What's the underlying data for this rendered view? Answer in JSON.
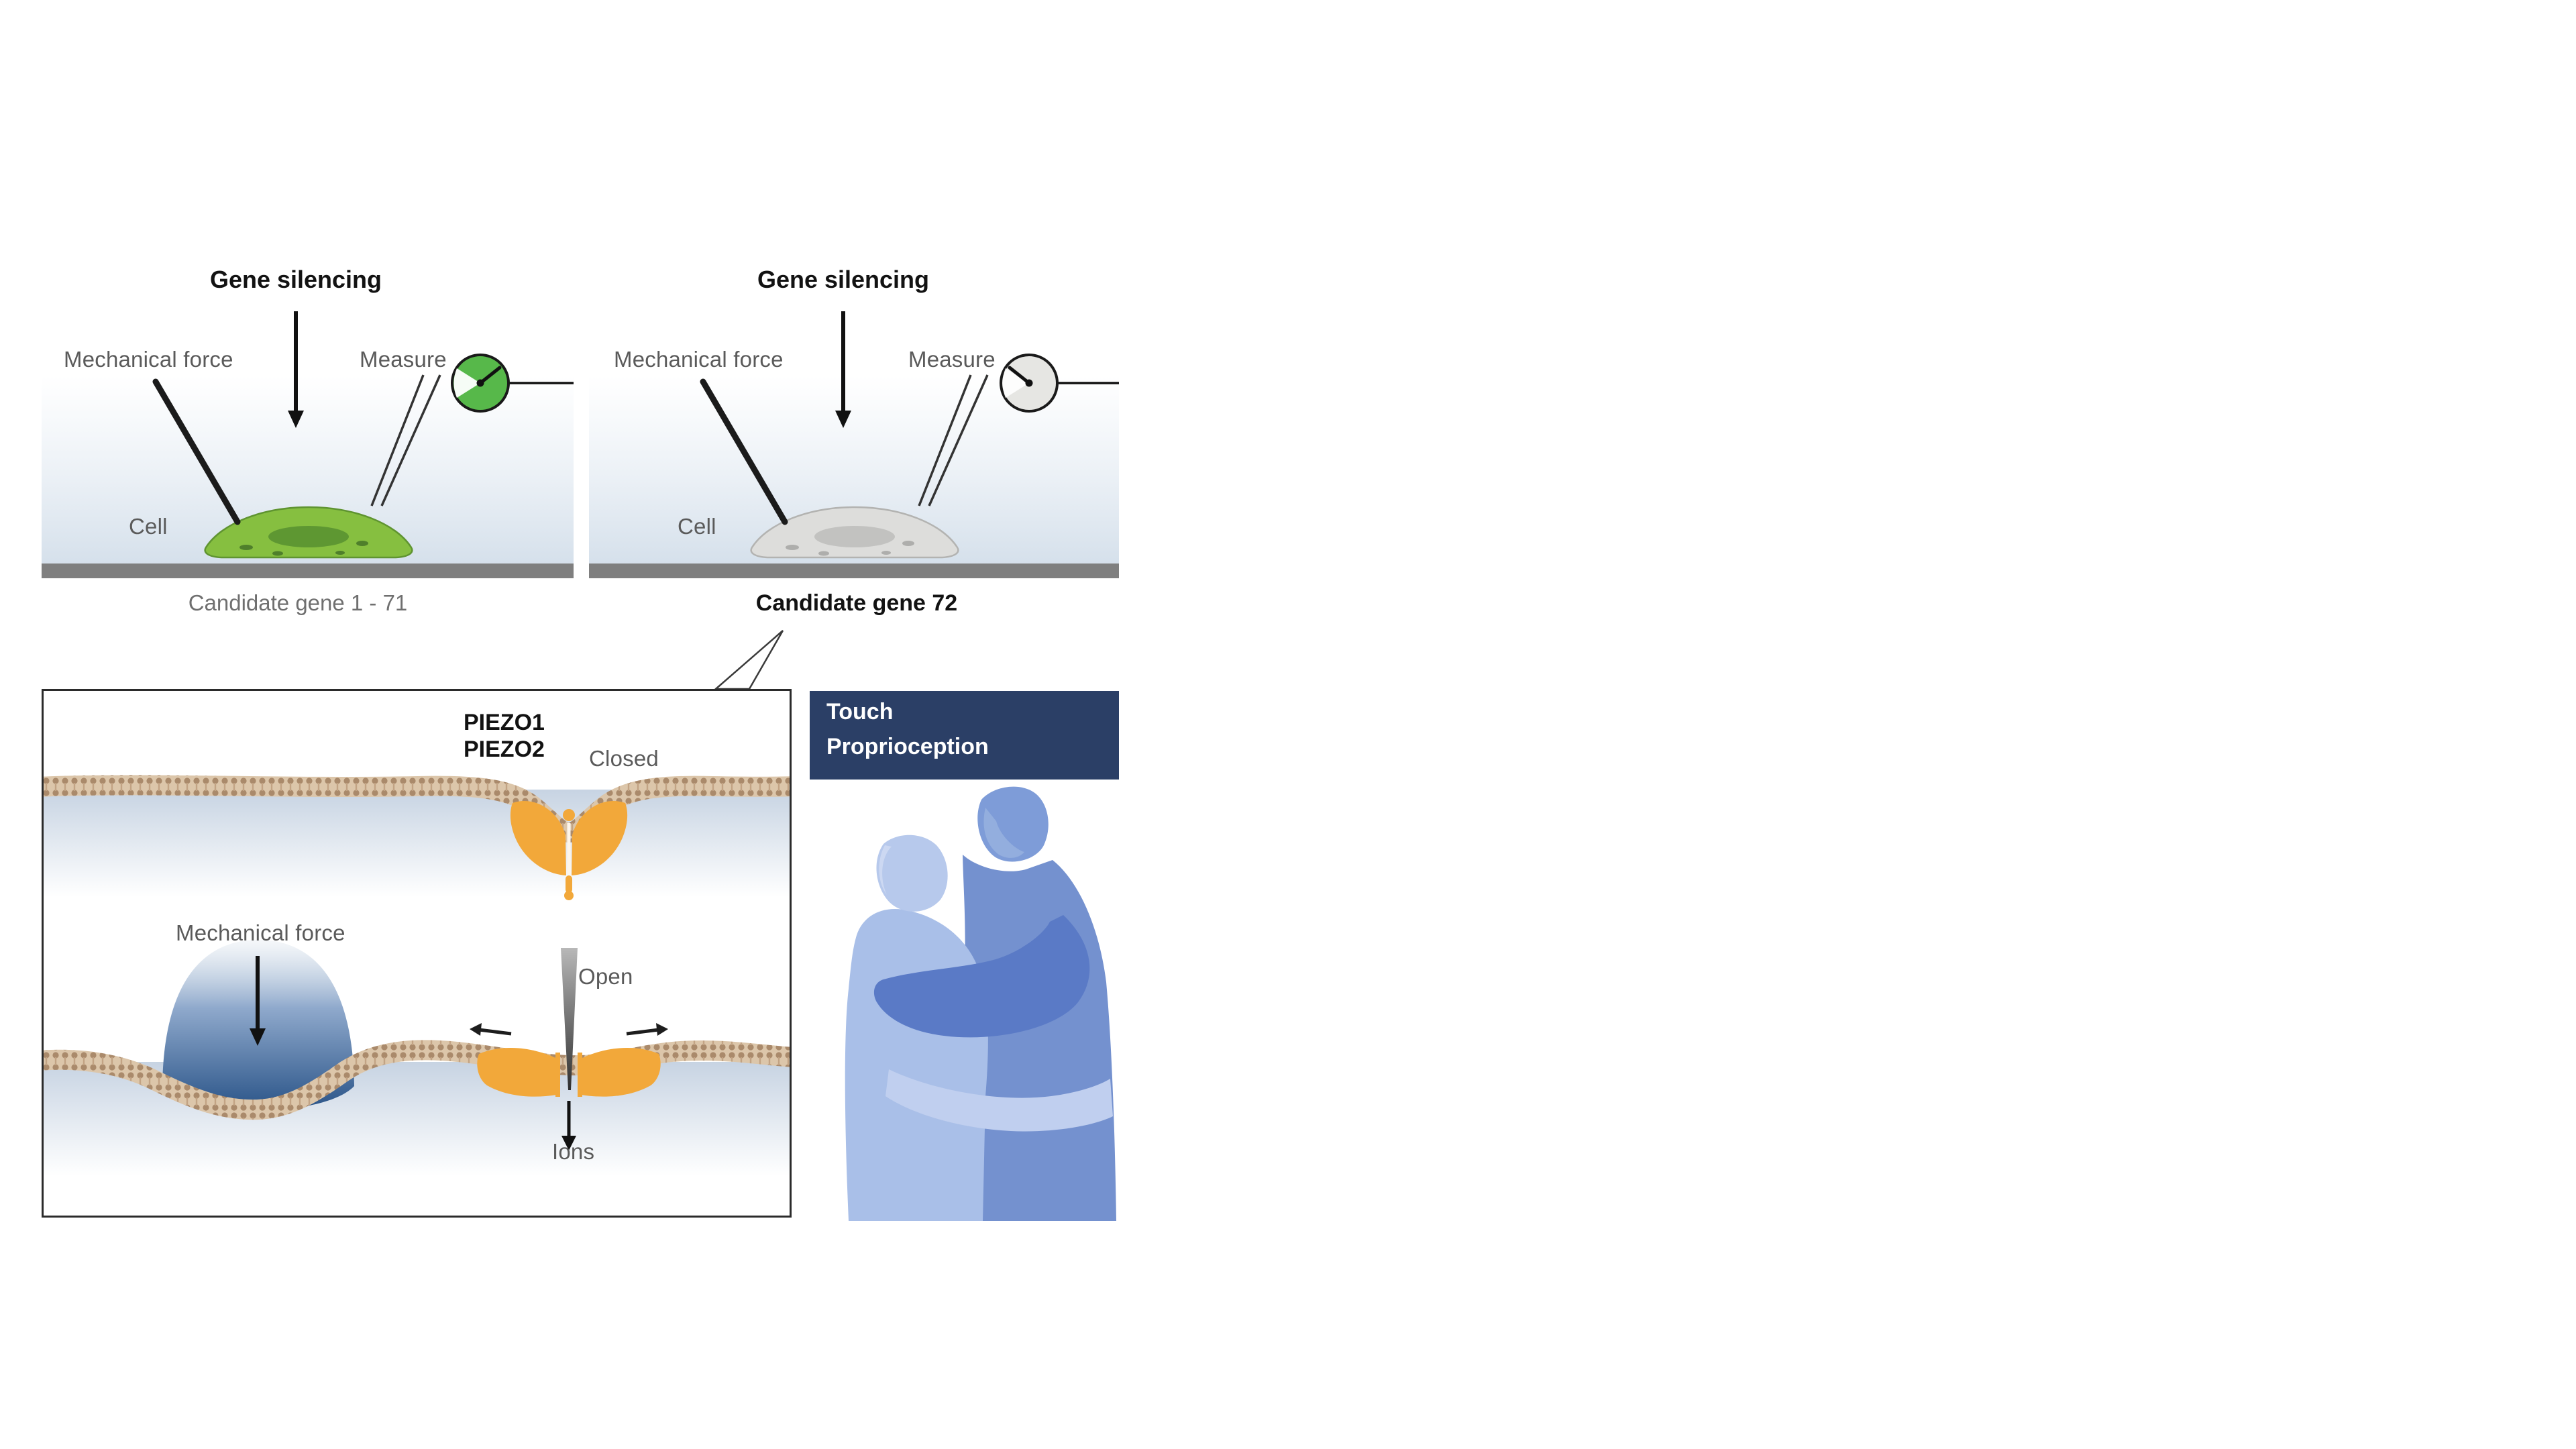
{
  "panel_a": {
    "title": "Gene silencing",
    "force_label": "Mechanical force",
    "measure_label": "Measure",
    "cell_label": "Cell",
    "caption": "Candidate gene 1 - 71"
  },
  "panel_b": {
    "title": "Gene silencing",
    "force_label": "Mechanical force",
    "measure_label": "Measure",
    "cell_label": "Cell",
    "caption": "Candidate gene 72"
  },
  "mechanism": {
    "protein_line1": "PIEZO1",
    "protein_line2": "PIEZO2",
    "closed_label": "Closed",
    "force_label": "Mechanical force",
    "open_label": "Open",
    "ions_label": "Ions"
  },
  "senses_card": {
    "line1": "Touch",
    "line2": "Proprioception"
  },
  "colors": {
    "cell_active": "#86bf40",
    "cell_silenced": "#dddddb",
    "gauge_active": "#57b84a",
    "gauge_silenced": "#e6e6e3",
    "channel": "#f2a83a",
    "membrane_light": "#dcc6aa",
    "membrane_dark": "#aa8a6b",
    "probe_blue": "#2a5488",
    "header_bg": "#2b3f66",
    "surface": "#7f7f7f"
  }
}
